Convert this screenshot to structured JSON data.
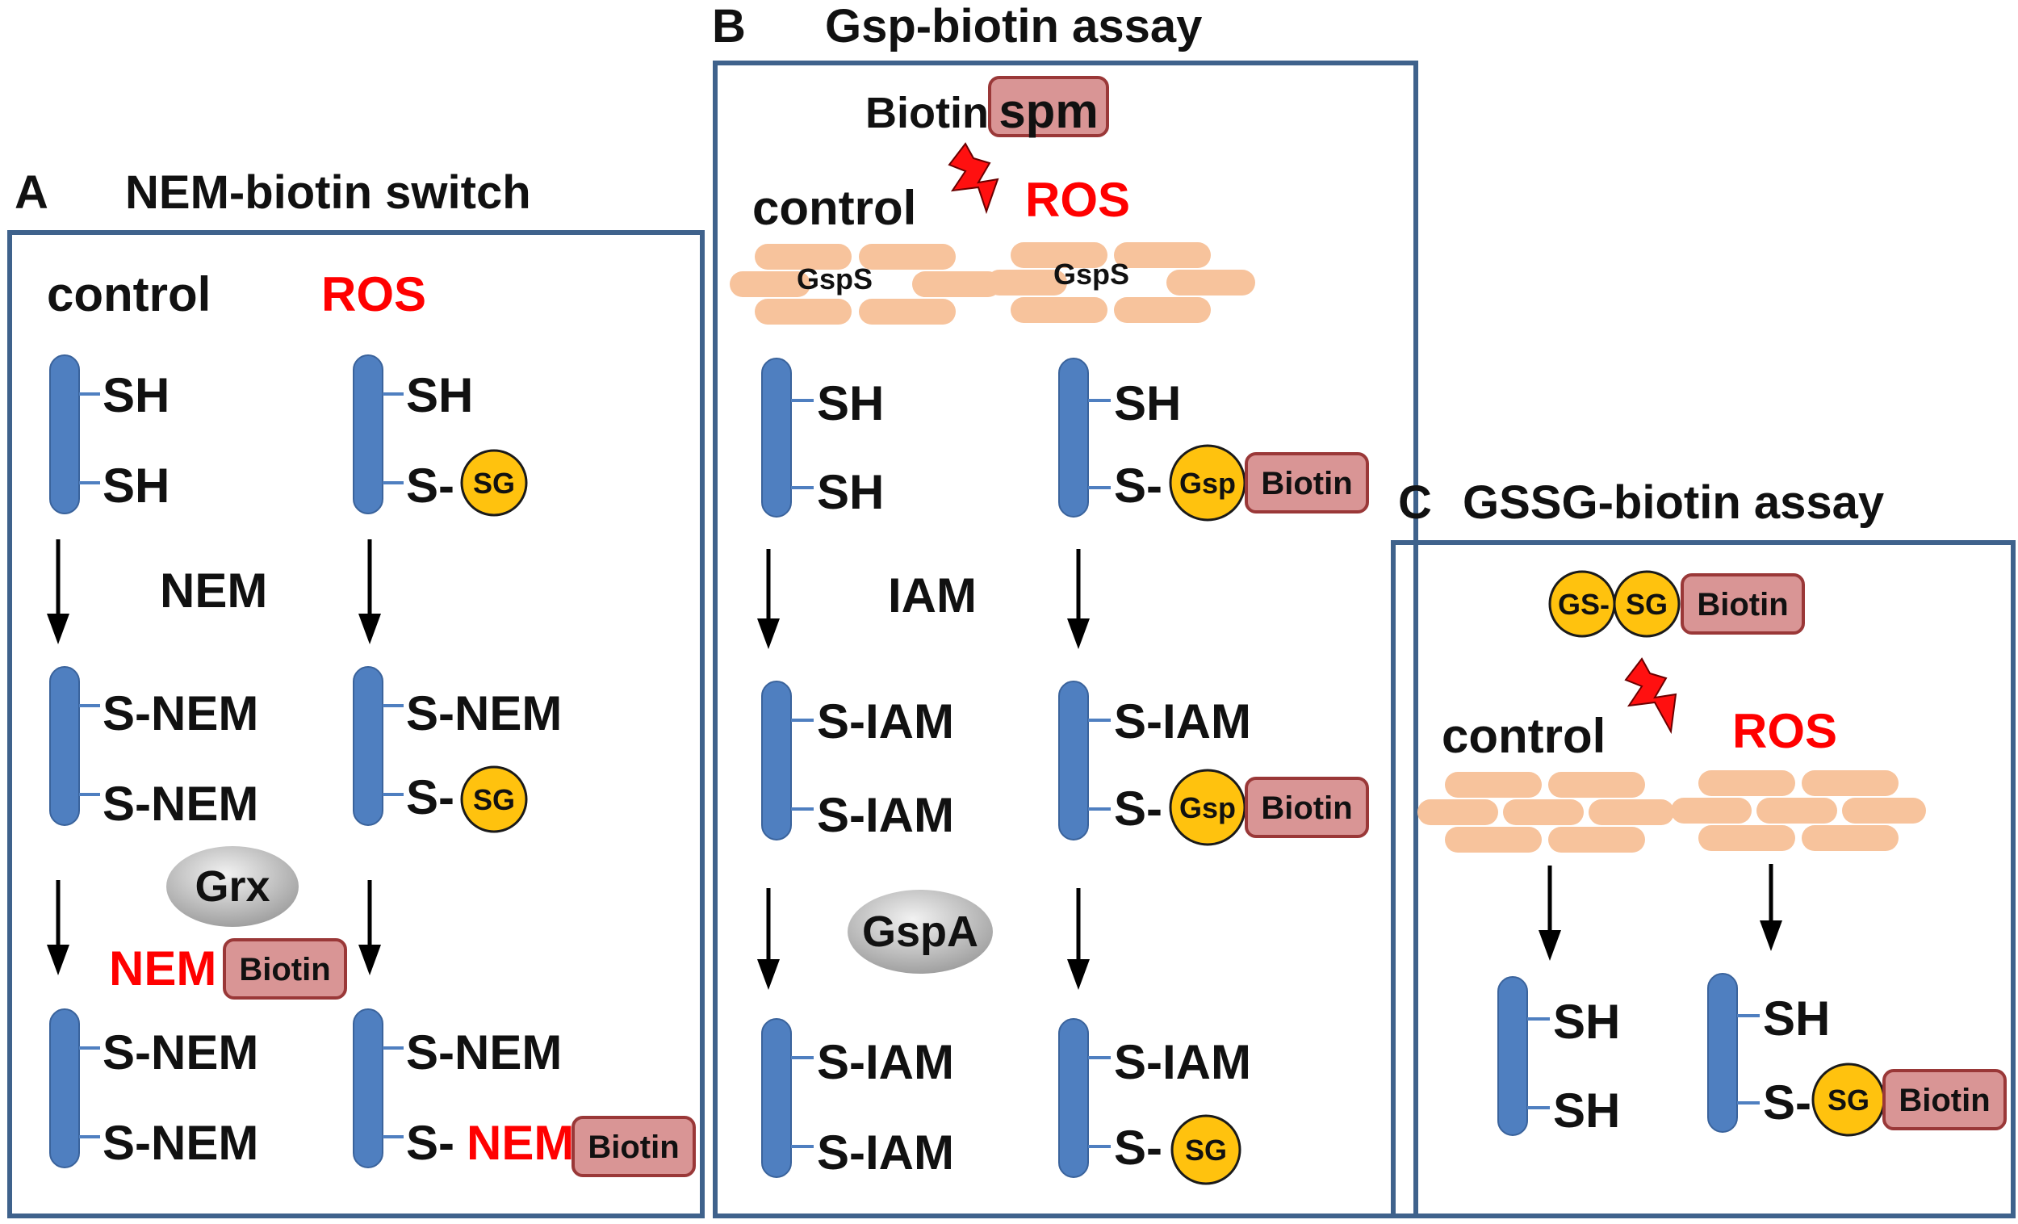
{
  "panels": {
    "a": {
      "letter": "A",
      "title": "NEM-biotin switch",
      "control_label": "control",
      "ros_label": "ROS",
      "sh": "SH",
      "s_prefix": "S-",
      "sg": "SG",
      "s_nem": "S-NEM",
      "nem_reagent": "NEM",
      "enzyme": "Grx",
      "nem_red": "NEM",
      "biotin": "Biotin"
    },
    "b": {
      "letter": "B",
      "title": "Gsp-biotin assay",
      "probe_biotin": "Biotin-",
      "probe_spm": "spm",
      "control_label": "control",
      "ros_label": "ROS",
      "cells_label": "GspS",
      "sh": "SH",
      "s_prefix": "S-",
      "gsp": "Gsp",
      "biotin": "Biotin",
      "iam_reagent": "IAM",
      "s_iam": "S-IAM",
      "enzyme": "GspA",
      "sg": "SG"
    },
    "c": {
      "letter": "C",
      "title": "GSSG-biotin assay",
      "probe_gs": "GS-",
      "probe_sg": "SG",
      "probe_biotin": "Biotin",
      "control_label": "control",
      "ros_label": "ROS",
      "sh": "SH",
      "s_prefix": "S-",
      "sg": "SG",
      "biotin": "Biotin"
    }
  },
  "colors": {
    "frame": "#3f628c",
    "protein": "#4f7fc0",
    "glutathione": "#ffc20e",
    "biotin_box": "#d99595",
    "cells": "#f7c39c",
    "ros": "#ff0000"
  }
}
